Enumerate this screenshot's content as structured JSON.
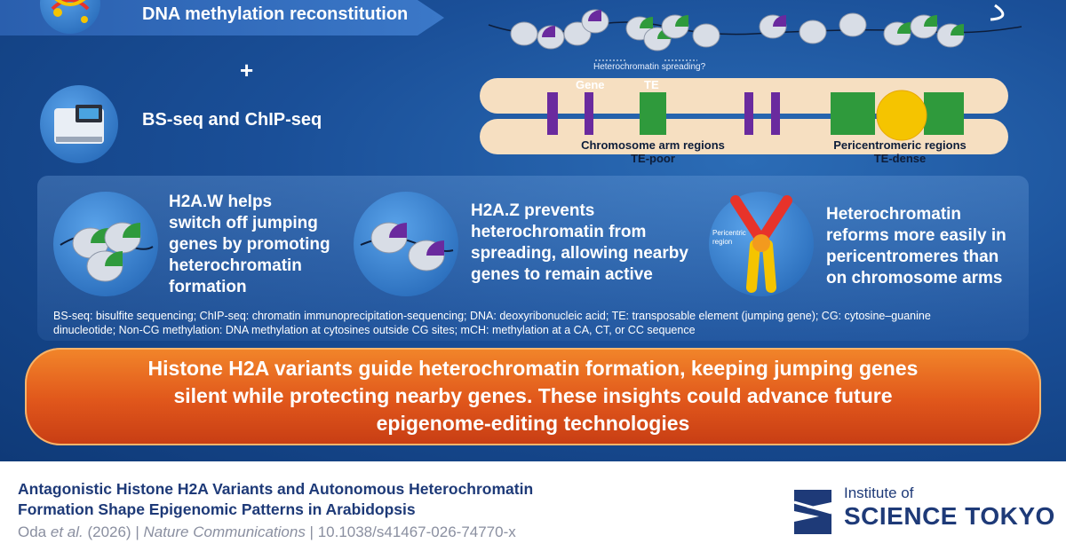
{
  "top": {
    "step1_label": "DNA methylation reconstitution",
    "plus": "+",
    "step2_label": "BS-seq and ChIP-seq",
    "spreading_label": "Heterochromatin spreading?"
  },
  "chromosome": {
    "gene_label": "Gene",
    "te_label": "TE",
    "arm_label_line1": "Chromosome arm regions",
    "arm_label_line2": "TE-poor",
    "peri_label_line1": "Pericentromeric regions",
    "peri_label_line2": "TE-dense"
  },
  "findings": [
    {
      "line1": "H2A.W helps",
      "line2": "switch off jumping",
      "line3": "genes by promoting",
      "line4": "heterochromatin",
      "line5": "formation"
    },
    {
      "line1": "H2A.Z prevents",
      "line2": "heterochromatin from",
      "line3": "spreading, allowing nearby",
      "line4": "genes to remain active"
    },
    {
      "line1": "Heterochromatin",
      "line2": "reforms more easily in",
      "line3": "pericentromeres than",
      "line4": "on chromosome arms",
      "icon_label1": "Pericentric",
      "icon_label2": "region"
    }
  ],
  "abbreviations": {
    "line1": "BS-seq: bisulfite sequencing; ChIP-seq: chromatin immunoprecipitation-sequencing; DNA: deoxyribonucleic acid; TE: transposable element (jumping gene); CG: cytosine–guanine",
    "line2": "dinucleotide; Non-CG methylation: DNA methylation at cytosines outside CG sites; mCH: methylation at a CA, CT, or CC sequence"
  },
  "banner": {
    "line1": "Histone H2A variants guide heterochromatin formation, keeping jumping genes",
    "line2": "silent while protecting nearby genes. These insights could advance future",
    "line3": "epigenome-editing technologies"
  },
  "footer": {
    "title_line1": "Antagonistic Histone H2A Variants and Autonomous Heterochromatin",
    "title_line2": "Formation Shape Epigenomic Patterns in Arabidopsis",
    "author": "Oda",
    "etal": " et al.",
    "year": " (2026) | ",
    "journal": "Nature Communications",
    "doi": " | 10.1038/s41467-026-74770-x",
    "logo_line1": "Institute of",
    "logo_line2": "SCIENCE TOKYO"
  },
  "colors": {
    "h2aw_green": "#2f9a3c",
    "h2az_purple": "#6a2a9e",
    "banner_orange": "#e0561b",
    "navy": "#1e3a78"
  }
}
